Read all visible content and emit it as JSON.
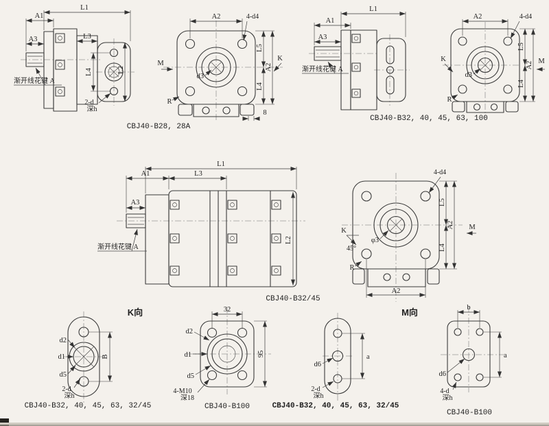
{
  "captions": {
    "pump1": "CBJ40-B28, 28A",
    "pump2": "CBJ40-B32, 40, 45, 63, 100",
    "pump3": "CBJ40-B32/45",
    "flange_k_multi": "CBJ40-B32, 40, 45, 63, 32/45",
    "flange_k_b100": "CBJ40-B100",
    "flange_m_multi": "CBJ40-B32, 40, 45, 63, 32/45",
    "flange_m_b100": "CBJ40-B100"
  },
  "view_titles": {
    "k": "K向",
    "m": "M向"
  },
  "notes": {
    "spline": "渐开线花键 A",
    "holes_2d": "2-d",
    "holes_4d": "4-d",
    "holes_4m10": "4-M10",
    "depth_h": "深h",
    "depth_18": "深18",
    "four_d4": "4-d4"
  },
  "dims": {
    "L1": "L1",
    "L2": "L2",
    "L3": "L3",
    "L4": "L4",
    "L5": "L5",
    "A1": "A1",
    "A2": "A2",
    "A3": "A3",
    "d1": "d1",
    "d2": "d2",
    "d3": "d3",
    "d5": "d5",
    "d6": "d6",
    "phi3": "φ3",
    "K": "K",
    "M": "M",
    "R": "R",
    "B": "B",
    "a": "a",
    "b": "b",
    "angle_45": "45°",
    "n8": "8",
    "n32": "32",
    "n95": "95"
  },
  "colors": {
    "line": "#3a3a3a",
    "background": "#f4f1ec",
    "text": "#1f1f1f"
  }
}
